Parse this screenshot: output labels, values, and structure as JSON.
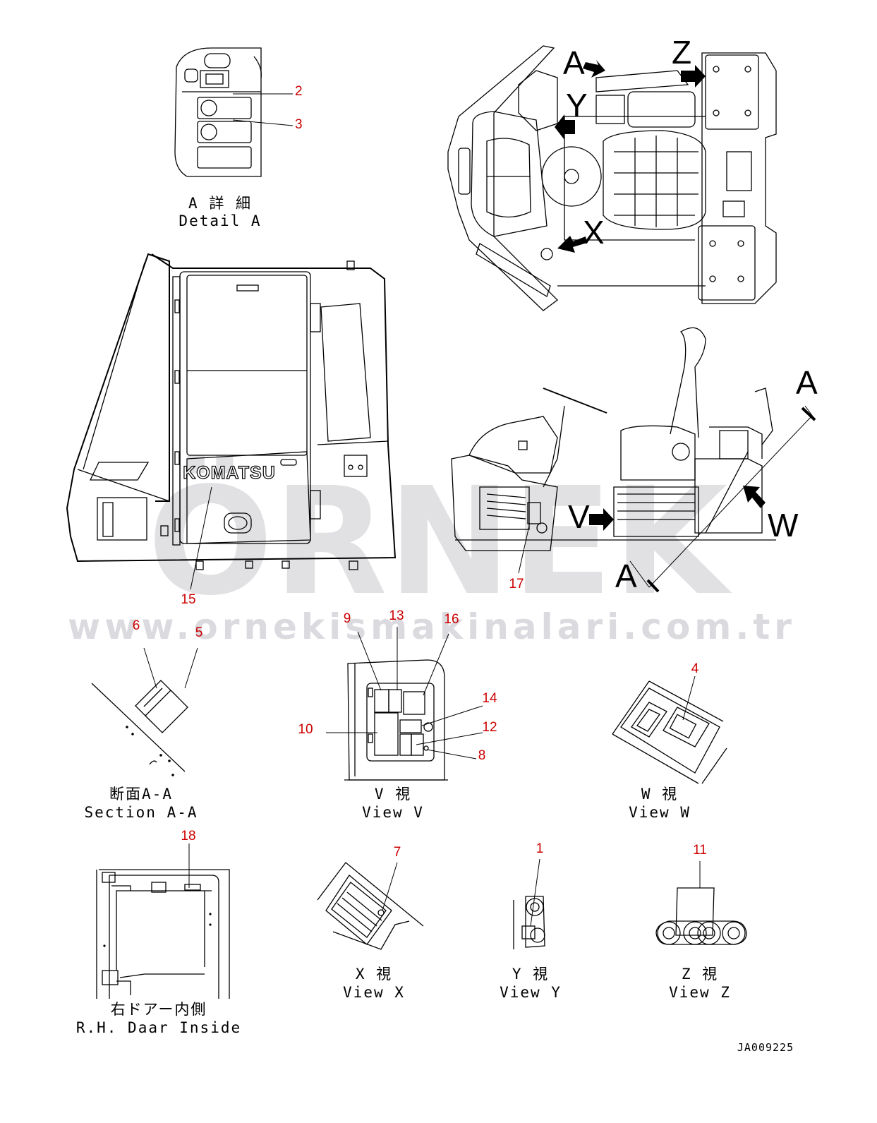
{
  "drawing_id": "JA009225",
  "colors": {
    "callout": "#cc0000",
    "watermark": "#c9c9cf",
    "line": "#000000"
  },
  "watermark": {
    "brand": "ÖRNEK",
    "url": "www.ornekismakinalari.com.tr"
  },
  "cab_brand": "KOMATSU",
  "views": {
    "detail_a": {
      "jp": "A 詳 細",
      "en": "Detail A"
    },
    "section_aa": {
      "jp": "断面A-A",
      "en": "Section A-A"
    },
    "view_v": {
      "jp": "V 視",
      "en": "View V"
    },
    "view_w": {
      "jp": "W 視",
      "en": "View W"
    },
    "rh_door": {
      "jp": "右ドアー内側",
      "en": "R.H. Daar Inside"
    },
    "view_x": {
      "jp": "X 視",
      "en": "View X"
    },
    "view_y": {
      "jp": "Y 視",
      "en": "View Y"
    },
    "view_z": {
      "jp": "Z 視",
      "en": "View Z"
    }
  },
  "direction_letters": {
    "a": "A",
    "z": "Z",
    "y": "Y",
    "x": "X",
    "v": "V",
    "w": "W"
  },
  "callouts": [
    "1",
    "2",
    "3",
    "4",
    "5",
    "6",
    "7",
    "8",
    "9",
    "10",
    "11",
    "12",
    "13",
    "14",
    "15",
    "16",
    "17",
    "18"
  ]
}
